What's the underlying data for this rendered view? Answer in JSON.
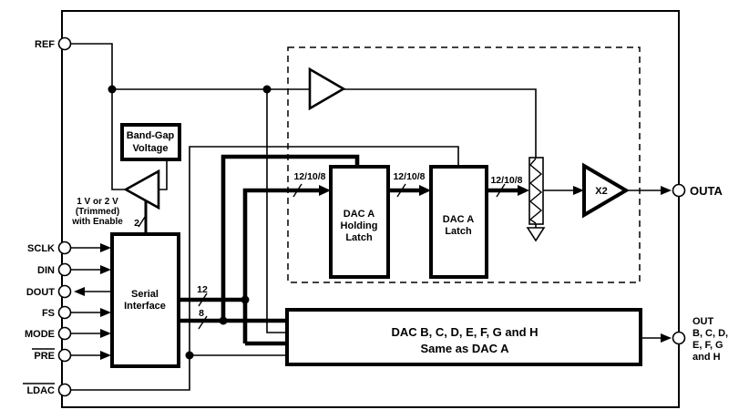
{
  "colors": {
    "line": "#000000",
    "background": "#ffffff"
  },
  "pins_left": {
    "ref": "REF",
    "sclk": "SCLK",
    "din": "DIN",
    "dout": "DOUT",
    "fs": "FS",
    "mode": "MODE",
    "pre": "PRE",
    "ldac": "LDAC"
  },
  "outputs": {
    "outa": "OUTA",
    "out_line1": "OUT",
    "out_line2": "B, C, D,",
    "out_line3": "E, F, G",
    "out_line4": "and H"
  },
  "blocks": {
    "bandgap_line1": "Band-Gap",
    "bandgap_line2": "Voltage",
    "serial_line1": "Serial",
    "serial_line2": "Interface",
    "holding_line1": "DAC A",
    "holding_line2": "Holding",
    "holding_line3": "Latch",
    "latch_line1": "DAC A",
    "latch_line2": "Latch",
    "dacb_line1": "DAC B, C, D, E, F, G and H",
    "dacb_line2": "Same as DAC A",
    "x2": "X2"
  },
  "ref_note": {
    "line1": "1 V or 2 V",
    "line2": "(Trimmed)",
    "line3": "with Enable"
  },
  "bus_labels": {
    "wide": "12/10/8",
    "b12": "12",
    "b8": "8",
    "b2": "2"
  }
}
